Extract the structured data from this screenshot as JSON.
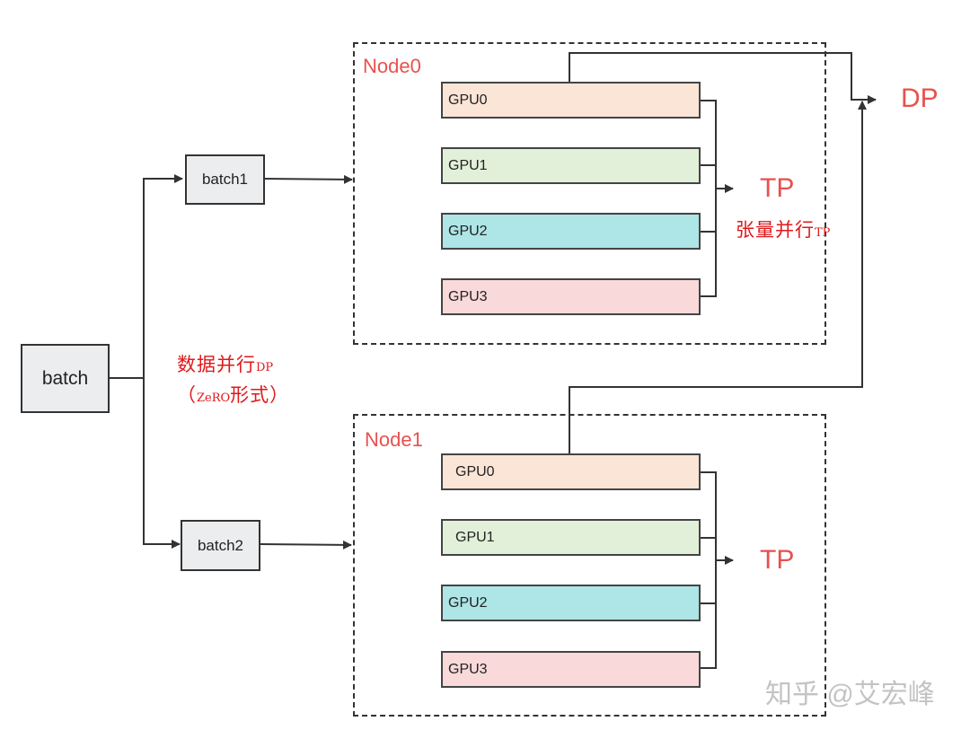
{
  "diagram": {
    "root": {
      "label": "batch"
    },
    "batches": [
      {
        "label": "batch1"
      },
      {
        "label": "batch2"
      }
    ],
    "nodes": [
      {
        "label": "Node0",
        "gpus": [
          {
            "label": "GPU0",
            "color": "#fbe5d6"
          },
          {
            "label": "GPU1",
            "color": "#e2f0d9"
          },
          {
            "label": "GPU2",
            "color": "#aee5e6"
          },
          {
            "label": "GPU3",
            "color": "#f9d9da"
          }
        ],
        "tp_label": "TP",
        "tp_caption_main": "张量并行",
        "tp_caption_suffix": "TP"
      },
      {
        "label": "Node1",
        "gpus": [
          {
            "label": "GPU0",
            "color": "#fbe5d6"
          },
          {
            "label": "GPU1",
            "color": "#e2f0d9"
          },
          {
            "label": "GPU2",
            "color": "#aee5e6"
          },
          {
            "label": "GPU3",
            "color": "#f9d9da"
          }
        ],
        "tp_label": "TP"
      }
    ],
    "dp_label": "DP",
    "dp_caption": {
      "line1_main": "数据并行",
      "line1_suffix": "DP",
      "line2_open": "（",
      "line2_small": "ZeRO",
      "line2_main": "形式）"
    }
  },
  "watermark": {
    "text": "知乎 @艾宏峰"
  },
  "colors": {
    "accent_red": "#e8514f",
    "caption_red": "#e0181b",
    "line": "#333333",
    "box_fill": "#ebedef"
  }
}
